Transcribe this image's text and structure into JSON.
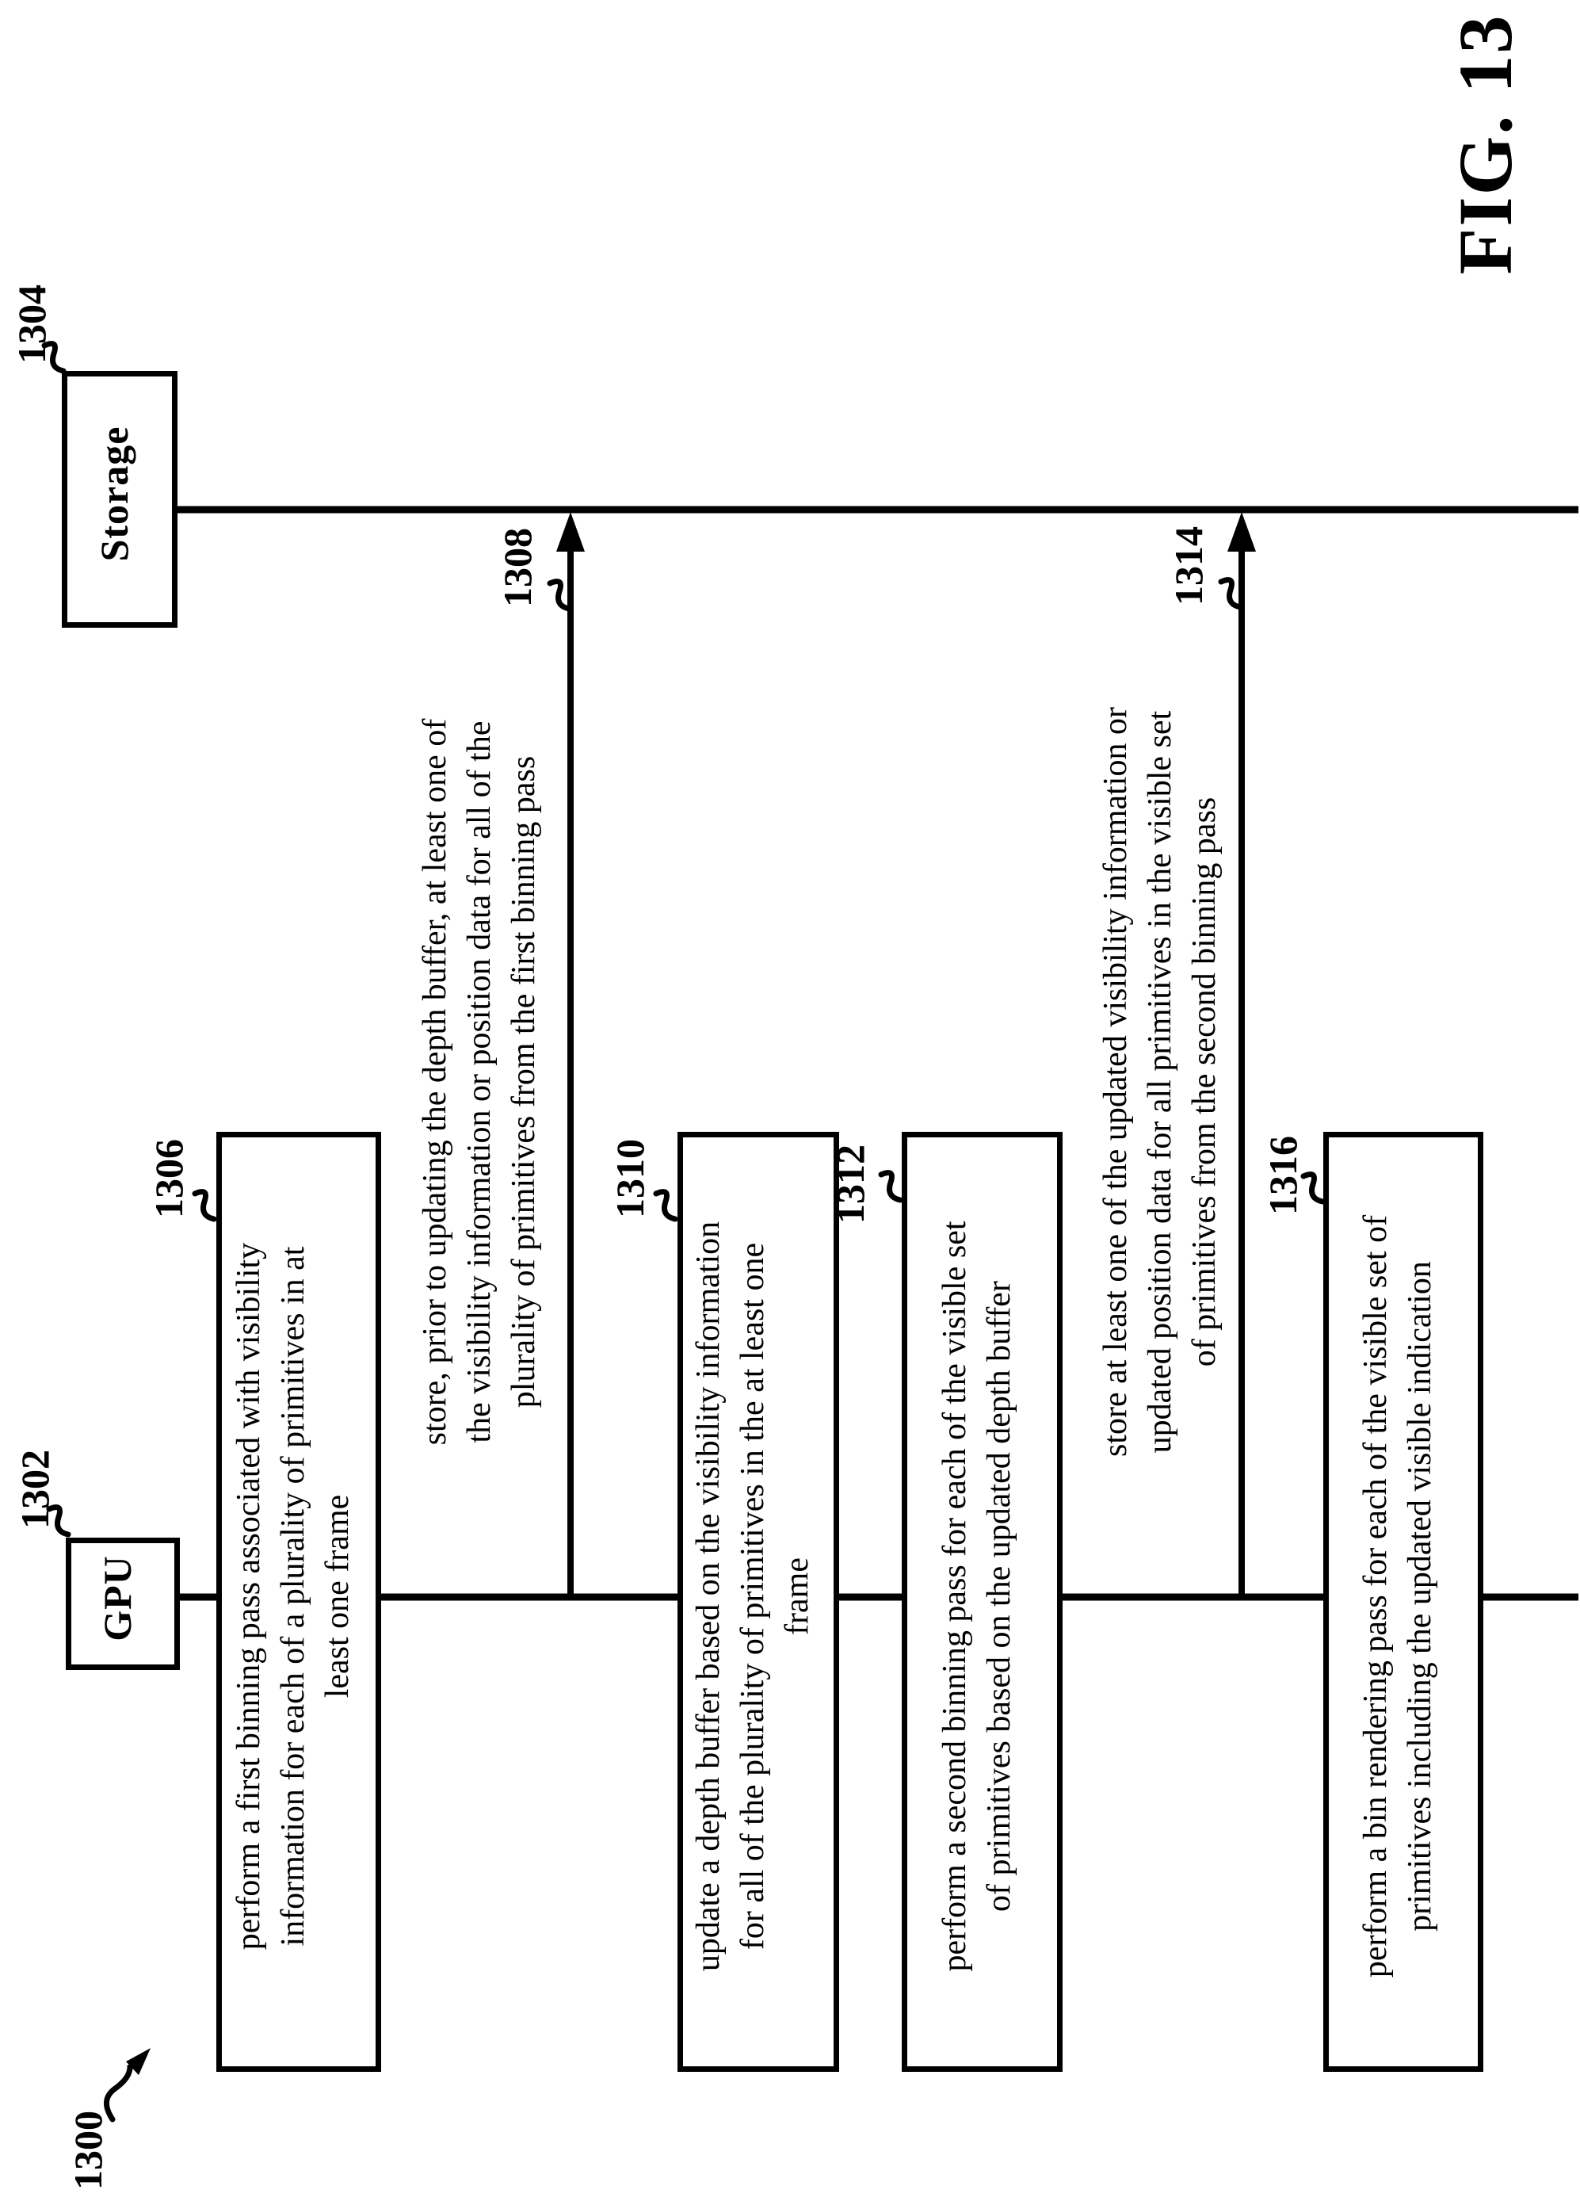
{
  "figure": {
    "label": "FIG. 13",
    "diagram_ref": "1300"
  },
  "lanes": {
    "gpu": {
      "ref": "1302",
      "name": "GPU"
    },
    "storage": {
      "ref": "1304",
      "name": "Storage"
    }
  },
  "steps": [
    {
      "ref": "1306",
      "text": "perform a first binning pass associated with visibility\ninformation for each of a plurality of primitives in at\nleast one frame"
    },
    {
      "ref": "1310",
      "text": "update a depth buffer based on the visibility information\nfor all of the plurality of primitives in the at least one\nframe"
    },
    {
      "ref": "1312",
      "text": "perform a second binning pass for each of the visible set\nof primitives based on the updated depth buffer"
    },
    {
      "ref": "1316",
      "text": "perform a bin rendering pass for each of the visible set of\nprimitives including the updated visible indication"
    }
  ],
  "messages": [
    {
      "ref": "1308",
      "text": "store, prior to updating the depth buffer, at least one of\nthe visibility information or position data for all of the\nplurality of primitives from the first binning pass"
    },
    {
      "ref": "1314",
      "text": "store at least one of the updated visibility information or\nupdated position data for all primitives in the visible set\nof primitives from the second binning pass"
    }
  ],
  "colors": {
    "ink": "#000000",
    "paper": "#ffffff"
  }
}
